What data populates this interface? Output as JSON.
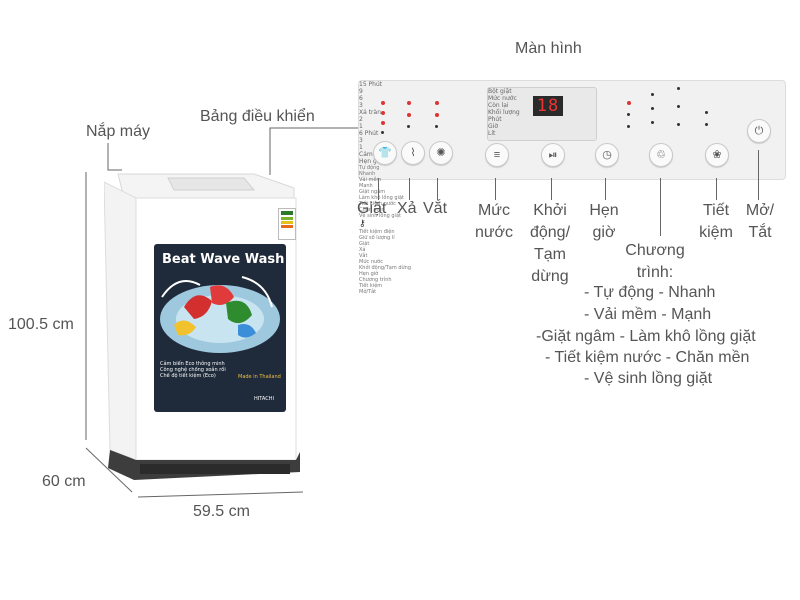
{
  "labels": {
    "man_hinh": "Màn hình",
    "bang_dieu_khien": "Bảng điều khiển",
    "nap_may": "Nắp máy",
    "height": "100.5 cm",
    "depth": "60 cm",
    "width": "59.5 cm"
  },
  "buttons": {
    "giat": "Giặt",
    "xa": "Xả",
    "vat": "Vắt",
    "muc_nuoc": "Mức\nnước",
    "khoi_dong": "Khởi\nđộng/\nTạm\ndừng",
    "hen_gio": "Hẹn\ngiờ",
    "tiet_kiem": "Tiết\nkiệm",
    "mo_tat": "Mở/\nTắt"
  },
  "program": {
    "heading": "Chương\ntrình:",
    "items": [
      "- Tự động - Nhanh",
      "- Vải mềm - Mạnh",
      "-Giặt ngâm - Làm khô lồng giặt",
      "- Tiết kiệm nước - Chăn mền",
      "- Vệ sinh lồng giặt"
    ]
  },
  "machine": {
    "brand_title": "Beat Wave Wash",
    "made_in": "Made in Thailand",
    "feature_lines": [
      "Cảm biến Eco thông minh",
      "Công nghệ chống xoắn rối",
      "Chế độ tiết kiệm (Eco)"
    ],
    "brand": "HITACHI"
  },
  "panel": {
    "wash_col": [
      "15 Phút",
      "9",
      "6",
      "3"
    ],
    "rinse_col": [
      "Xả tràn",
      "2",
      "1"
    ],
    "spin_col": [
      "6 Phút",
      "3",
      "1"
    ],
    "btn_labels": [
      "Giặt",
      "Xả",
      "Vắt",
      "Mức nước",
      "Khởi động/Tạm dừng",
      "Hẹn giờ",
      "Chương trình",
      "Tiết kiệm",
      "Mở/Tắt"
    ],
    "screen_left": [
      "Bột giặt",
      "Mức nước"
    ],
    "screen_mid": [
      "Còn lại",
      "Khối lượng"
    ],
    "screen_right": [
      "Phút",
      "Giờ",
      "Lít"
    ],
    "digits": "18",
    "right_top": [
      "Cảm biến",
      "Hẹn giờ"
    ],
    "programs_a": [
      "Tự động",
      "Nhanh",
      "Vải mềm"
    ],
    "programs_b": [
      "Mạnh",
      "Giặt ngâm",
      "Làm khô lồng giặt"
    ],
    "programs_c": [
      "Tiết kiệm nước",
      "Chăn mền",
      "Vệ sinh lồng giặt"
    ],
    "programs_d": [
      "Tiết kiệm điện",
      "Giữ số lượng lí"
    ]
  },
  "colors": {
    "accent_red": "#d33333",
    "label_gray": "#555555",
    "panel_bg": "#f1f1f1",
    "label_card": "#1f2a3a"
  }
}
